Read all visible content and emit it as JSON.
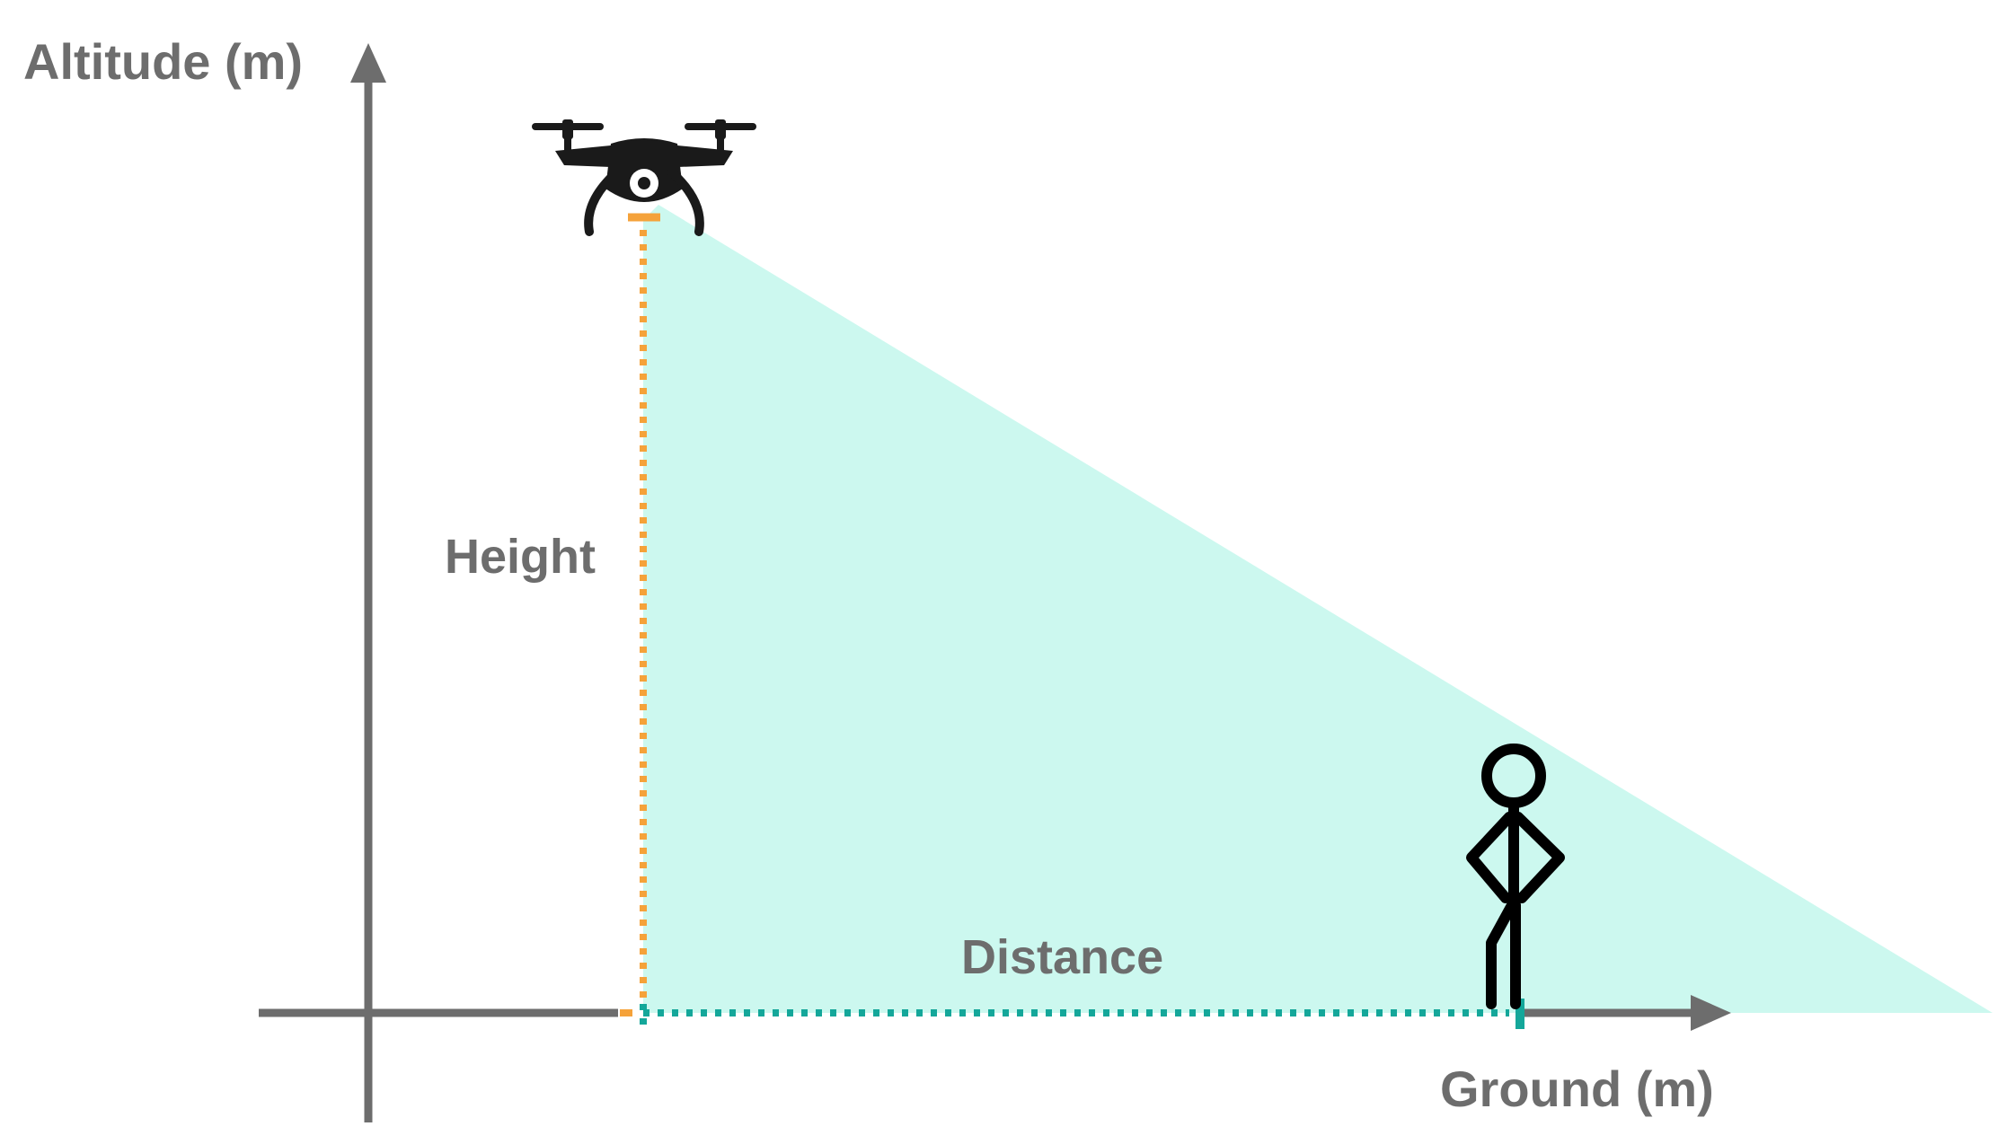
{
  "labels": {
    "y_axis": "Altitude (m)",
    "x_axis": "Ground (m)",
    "height": "Height",
    "distance": "Distance"
  },
  "icons": {
    "drone": "drone-icon",
    "person": "stick-figure-person-icon"
  },
  "colors": {
    "axis": "#6d6d6d",
    "view_cone": "#ccf8ef",
    "height_line": "#f5a23a",
    "distance_line": "#14a79a",
    "icon": "#1a1a1a"
  }
}
